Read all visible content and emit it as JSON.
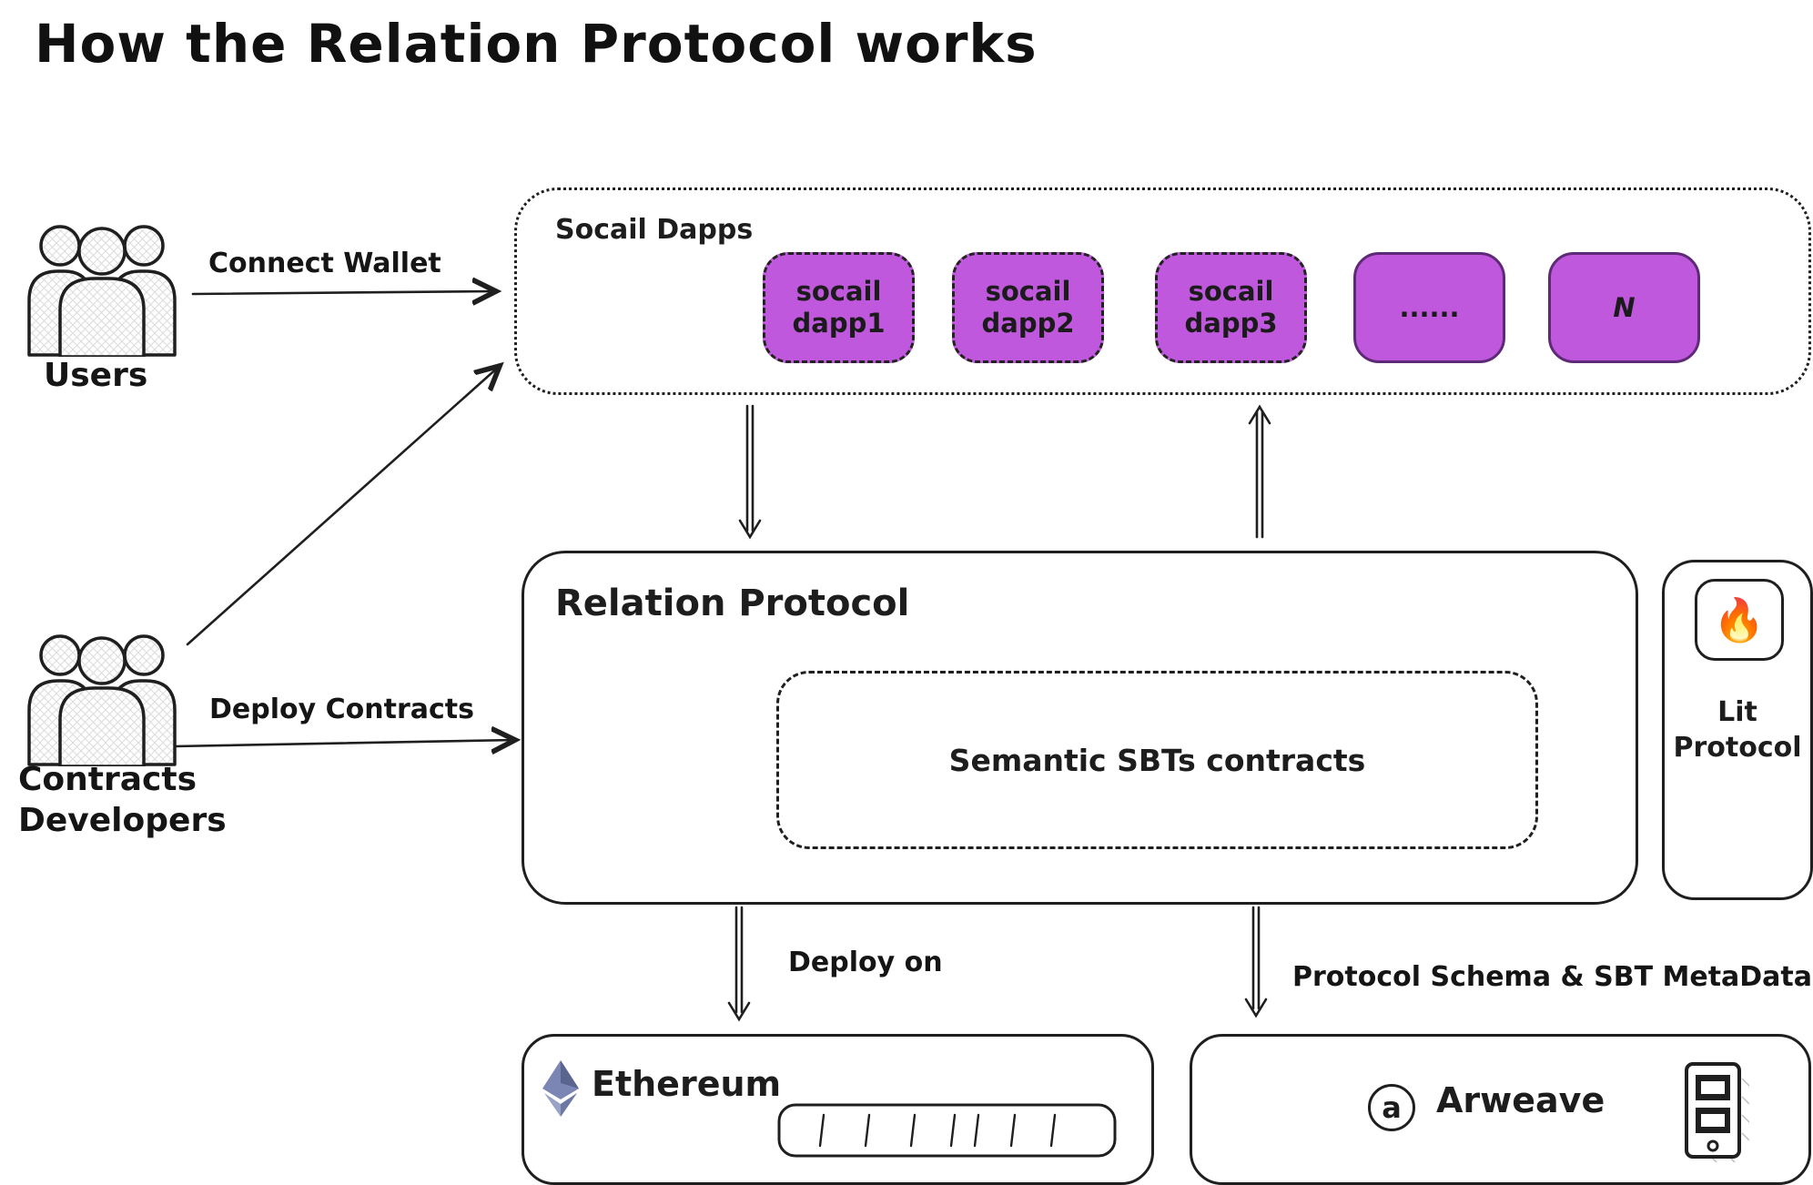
{
  "title": "How the Relation Protocol works",
  "colors": {
    "dapp_fill": "#bf58dc",
    "ink": "#1f1f1f",
    "eth_logo_top": "#7c86b4",
    "eth_logo_bottom": "#59648f"
  },
  "actors": {
    "users": {
      "label": "Users"
    },
    "developers": {
      "label": "Contracts\nDevelopers"
    }
  },
  "edges": {
    "connect_wallet": "Connect Wallet",
    "deploy_contracts": "Deploy Contracts",
    "deploy_on": "Deploy on",
    "protocol_schema": "Protocol Schema & SBT MetaData"
  },
  "social_dapps": {
    "label": "Socail Dapps",
    "items": [
      {
        "label": "socail\ndapp1"
      },
      {
        "label": "socail\ndapp2"
      },
      {
        "label": "socail\ndapp3"
      },
      {
        "label": "......"
      },
      {
        "label": "N"
      }
    ]
  },
  "relation_protocol": {
    "label": "Relation Protocol",
    "inner_label": "Semantic SBTs contracts"
  },
  "lit": {
    "icon": "🔥",
    "label": "Lit\nProtocol"
  },
  "ethereum": {
    "label": "Ethereum"
  },
  "arweave": {
    "icon_letter": "a",
    "label": "Arweave"
  }
}
